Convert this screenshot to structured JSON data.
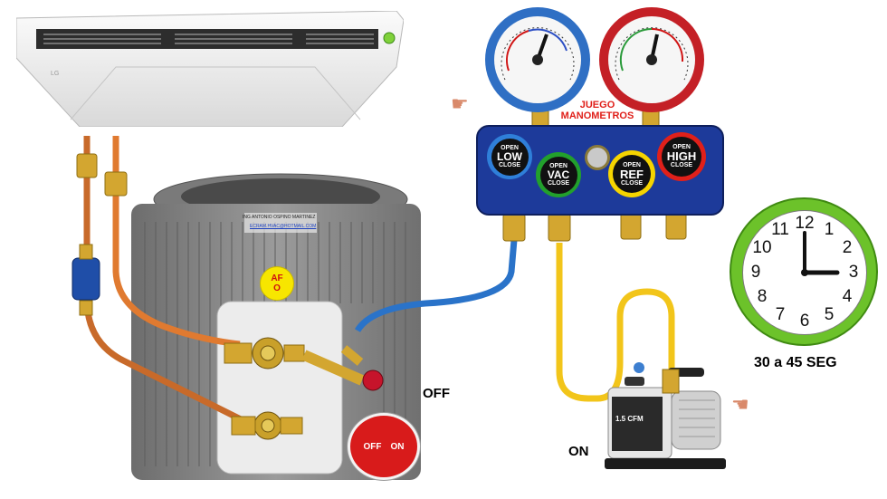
{
  "condenser": {
    "nameplate_line1": "ING ANTONIO OSPINO MARTINEZ",
    "nameplate_line2": "ECRAM.HVAC@HOTMAIL.COM",
    "af_label_top": "AF",
    "af_label_bottom": "O",
    "valve_switch": {
      "off_label": "OFF",
      "on_label": "ON"
    }
  },
  "indoor_unit": {
    "brand": "LG"
  },
  "manifold": {
    "title_line1": "JUEGO",
    "title_line2": "MANOMETROS",
    "knobs": [
      {
        "name": "LOW",
        "open": "OPEN",
        "close": "CLOSE",
        "ring_color": "#2f7fd9"
      },
      {
        "name": "VAC",
        "open": "OPEN",
        "close": "CLOSE",
        "ring_color": "#22a02c"
      },
      {
        "name": "REF",
        "open": "OPEN",
        "close": "CLOSE",
        "ring_color": "#f5d400"
      },
      {
        "name": "HIGH",
        "open": "OPEN",
        "close": "CLOSE",
        "ring_color": "#e0201a"
      }
    ]
  },
  "vacuum_pump": {
    "label": "1.5 CFM"
  },
  "labels": {
    "off": "OFF",
    "on": "ON",
    "time": "30 a 45 SEG"
  },
  "clock": {
    "numbers": [
      "12",
      "1",
      "2",
      "3",
      "4",
      "5",
      "6",
      "7",
      "8",
      "9",
      "10",
      "11"
    ],
    "time_shown": "3:00"
  }
}
